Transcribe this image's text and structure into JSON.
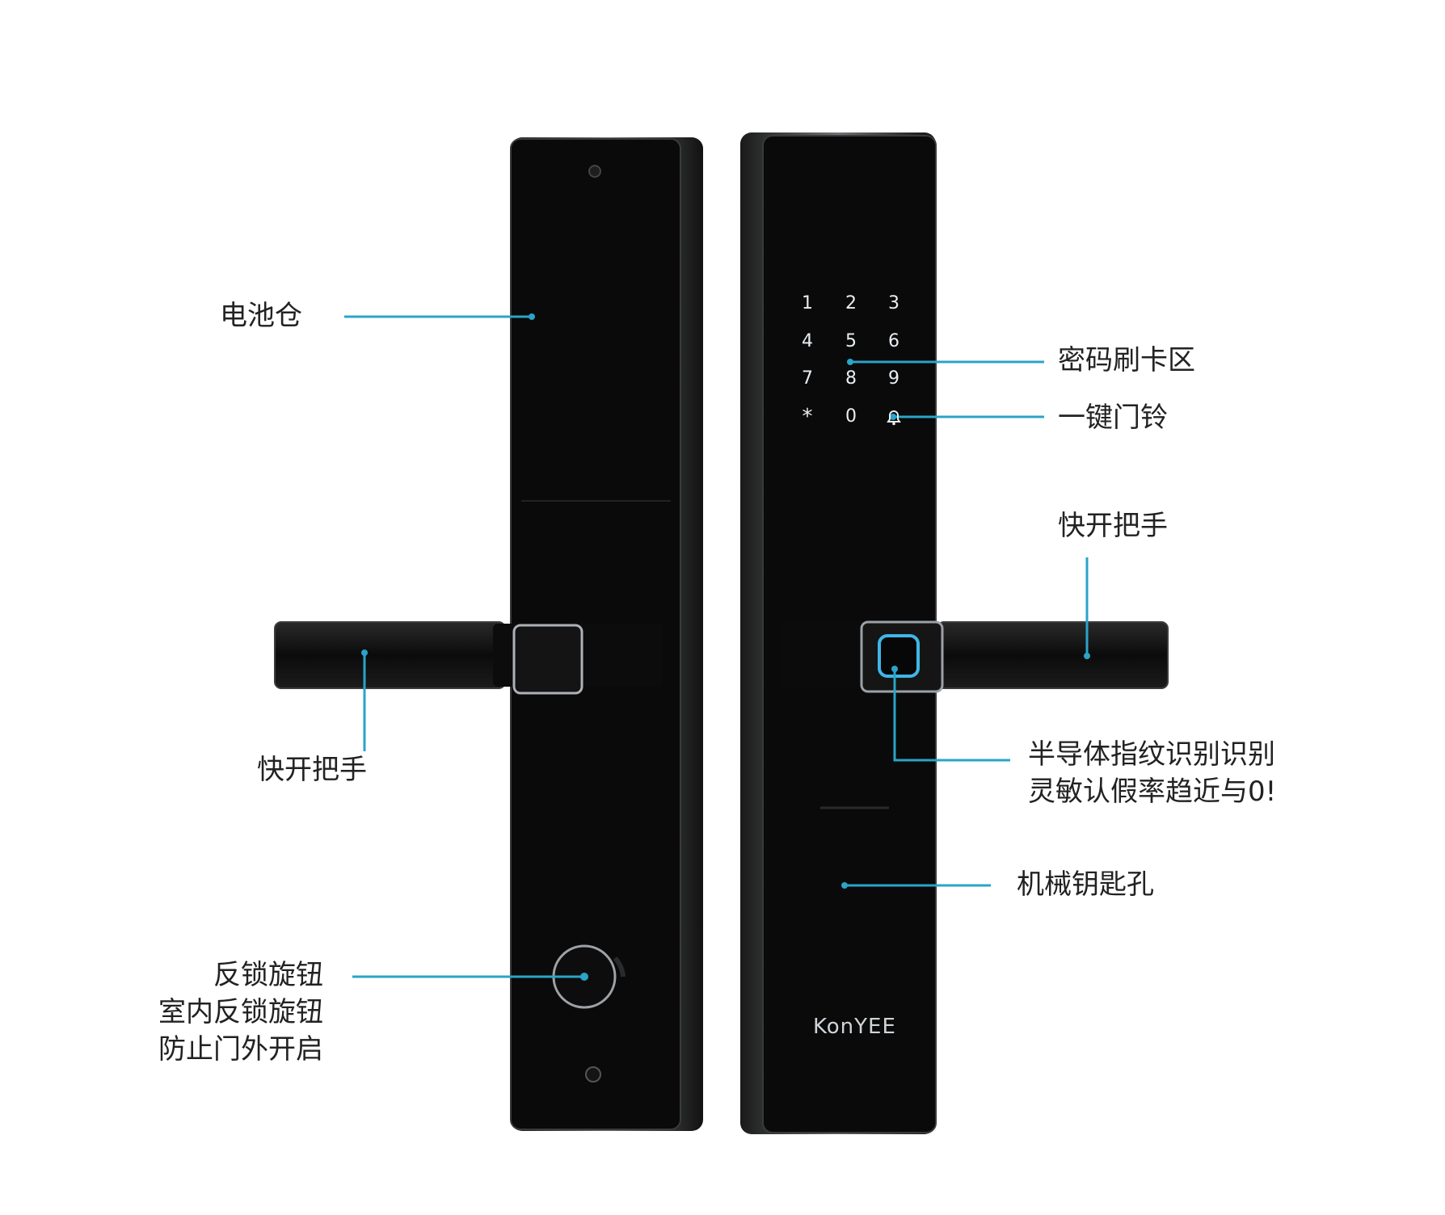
{
  "colors": {
    "callout": "#2aa4c8",
    "lock_body": "#0a0a0a",
    "edge": "#bfc3c7",
    "text": "#222222"
  },
  "keypad": [
    "1",
    "2",
    "3",
    "4",
    "5",
    "6",
    "7",
    "8",
    "9",
    "*",
    "0",
    "bell-icon"
  ],
  "brand": "KonYEE",
  "callouts": {
    "battery": "电池仓",
    "handle_left": "快开把手",
    "knob_lines": [
      "反锁旋钮",
      "室内反锁旋钮",
      "防止门外开启"
    ],
    "keypad_area": "密码刷卡区",
    "doorbell": "一键门铃",
    "handle_right": "快开把手",
    "fingerprint_lines": [
      "半导体指纹识别识别",
      "灵敏认假率趋近与0!"
    ],
    "keyhole": "机械钥匙孔"
  }
}
